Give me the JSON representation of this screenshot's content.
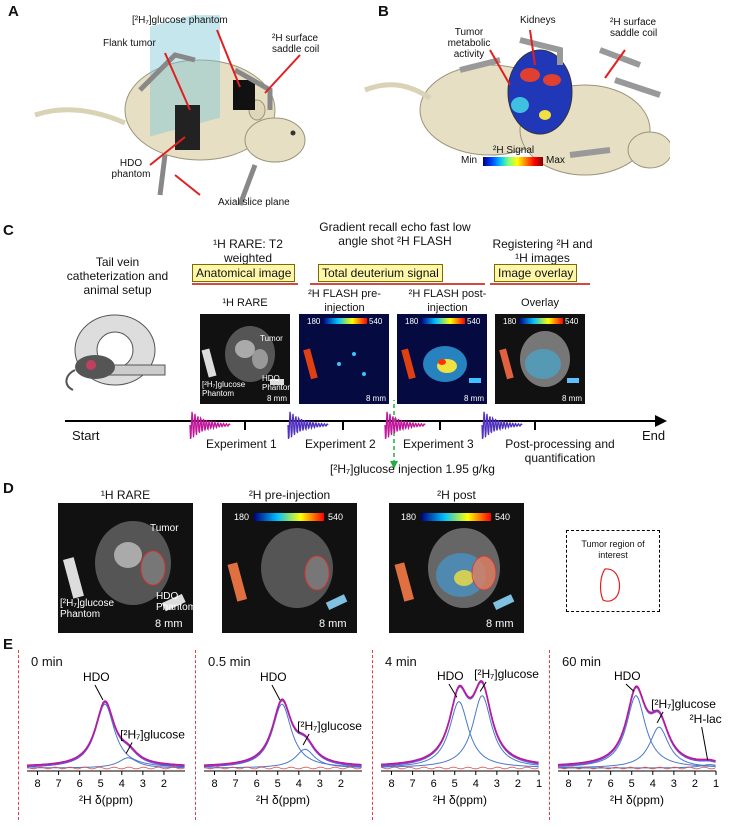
{
  "panel_labels": {
    "a": "A",
    "b": "B",
    "c": "C",
    "d": "D",
    "e": "E"
  },
  "panel_a": {
    "glucose_phantom": "[²H₇]glucose phantom",
    "flank_tumor": "Flank tumor",
    "surface_coil": "²H surface saddle coil",
    "hdo_phantom": "HDO phantom",
    "slice_plane": "Axial slice plane"
  },
  "panel_b": {
    "kidneys": "Kidneys",
    "tumor_activity": "Tumor metabolic activity",
    "surface_coil": "²H surface saddle coil",
    "signal_title": "²H Signal",
    "min": "Min",
    "max": "Max"
  },
  "panel_c": {
    "setup": "Tail vein catheterization and animal setup",
    "rare_head": "¹H RARE: T2 weighted",
    "rare_box": "Anatomical image",
    "flash_head": "Gradient recall echo fast low angle shot ²H FLASH",
    "flash_box": "Total deuterium signal",
    "reg_head": "Registering ²H and ¹H images",
    "reg_box": "Image overlay",
    "img1_title": "¹H RARE",
    "img2_title": "²H FLASH pre-injection",
    "img3_title": "²H FLASH post-injection",
    "img4_title": "Overlay",
    "tumor": "Tumor",
    "glucose_phantom": "[²H₇]glucose Phantom",
    "hdo_phantom": "HDO Phantom",
    "scale": "8 mm",
    "cmin": "180",
    "cmax": "540",
    "start": "Start",
    "end": "End",
    "exp1": "Experiment 1",
    "exp2": "Experiment 2",
    "exp3": "Experiment 3",
    "post": "Post-processing and quantification",
    "injection": "[²H₇]glucose injection 1.95 g/kg"
  },
  "panel_d": {
    "img1_title": "¹H RARE",
    "img2_title": "²H pre-injection",
    "img3_title": "²H post",
    "tumor": "Tumor",
    "glucose_phantom": "[²H₇]glucose Phantom",
    "hdo_phantom": "HDO Phantom",
    "scale": "8 mm",
    "cmin": "180",
    "cmax": "540",
    "roi_title": "Tumor region of interest"
  },
  "panel_e": {
    "xlabel": "²H δ(ppm)",
    "hdo": "HDO",
    "glucose": "[²H₇]glucose",
    "lactate": "²H-lactate"
  },
  "chart_data": [
    {
      "type": "line",
      "title": "0 min",
      "xlabel": "²H δ(ppm)",
      "xlim": [
        8.5,
        1
      ],
      "x_ticks": [
        8,
        7,
        6,
        5,
        4,
        3,
        2
      ],
      "series": [
        {
          "peaks": [
            {
              "label": "HDO",
              "ppm": 4.8,
              "height": 0.75
            },
            {
              "label": "[²H₇]glucose",
              "ppm": 3.7,
              "height": 0.12
            }
          ]
        }
      ]
    },
    {
      "type": "line",
      "title": "0.5 min",
      "xlabel": "²H δ(ppm)",
      "xlim": [
        8.5,
        1
      ],
      "x_ticks": [
        8,
        7,
        6,
        5,
        4,
        3,
        2
      ],
      "series": [
        {
          "peaks": [
            {
              "label": "HDO",
              "ppm": 4.8,
              "height": 0.75
            },
            {
              "label": "[²H₇]glucose",
              "ppm": 3.7,
              "height": 0.22
            }
          ]
        }
      ]
    },
    {
      "type": "line",
      "title": "4 min",
      "xlabel": "²H δ(ppm)",
      "xlim": [
        8.5,
        1
      ],
      "x_ticks": [
        8,
        7,
        6,
        5,
        4,
        3,
        2,
        1
      ],
      "series": [
        {
          "peaks": [
            {
              "label": "HDO",
              "ppm": 4.8,
              "height": 0.78
            },
            {
              "label": "[²H₇]glucose",
              "ppm": 3.7,
              "height": 0.85
            }
          ]
        }
      ]
    },
    {
      "type": "line",
      "title": "60 min",
      "xlabel": "²H δ(ppm)",
      "xlim": [
        8.5,
        1
      ],
      "x_ticks": [
        8,
        7,
        6,
        5,
        4,
        3,
        2,
        1
      ],
      "series": [
        {
          "peaks": [
            {
              "label": "HDO",
              "ppm": 4.8,
              "height": 0.85
            },
            {
              "label": "[²H₇]glucose",
              "ppm": 3.7,
              "height": 0.48
            },
            {
              "label": "²H-lactate",
              "ppm": 1.3,
              "height": 0.04
            }
          ]
        }
      ]
    }
  ],
  "colors": {
    "fit": "#c0169a",
    "data": "#7050d0",
    "component": "#4a78c8",
    "residual": "#e05050",
    "dashed": "#e03030"
  }
}
